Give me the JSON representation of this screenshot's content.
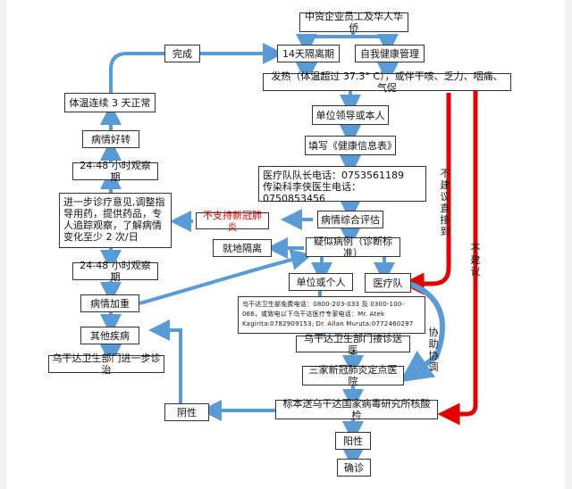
{
  "nodes": {
    "start": "中资企业员工及华人华侨",
    "quarantine": "14天隔离期",
    "self_manage": "自我健康管理",
    "fever": "发热（体温超过 37.3° C），或伴干咳、乏力、咽痛、气促",
    "report": "单位领导或本人",
    "fill_form": "填写《健康信息表》",
    "contacts": "医疗队队长电话：0753561189\n传染科李侠医生电话：0750853456",
    "assess": "病情综合评估",
    "not_covid": "不支持新冠肺炎",
    "suspected": "疑似病例（诊断标准）",
    "isolate": "就地隔离",
    "unit": "单位或个人",
    "medical_team": "医疗队",
    "hotline": "乌干达卫生部免费电话：0800-203-033 及 0300-100-066，或致电以下乌干达医疗专家电话：Mr. Atek Kagirita:0782909153, Dr. Allan Muruta:0772460297",
    "transfer": "乌干达卫生部门接诊送医",
    "hospitals": "三家新冠肺炎定点医院",
    "lab": "标本送乌干达国家病毒研究所核酸检",
    "positive": "阳性",
    "confirmed": "确诊",
    "negative": "阴性",
    "other_disease": "其他疾病",
    "further_treatment": "乌干达卫生部门进一步诊治",
    "worsen": "病情加重",
    "observe2": "24-48 小时观察期",
    "advice": "进一步诊疗意见,调整指导用药，提供药品，专人追踪观察，了解病情变化至少 2 次/日",
    "observe1": "24-48 小时观察期",
    "improve": "病情好转",
    "normal_temp": "体温连续 3 天正常"
  },
  "labels": {
    "done": "完成",
    "not_recommend_direct": "不建议直接到",
    "not_recommend": "不建议",
    "assist": "协助协调"
  },
  "colors": {
    "blue": "#5b9bd5",
    "red": "#e00000"
  }
}
